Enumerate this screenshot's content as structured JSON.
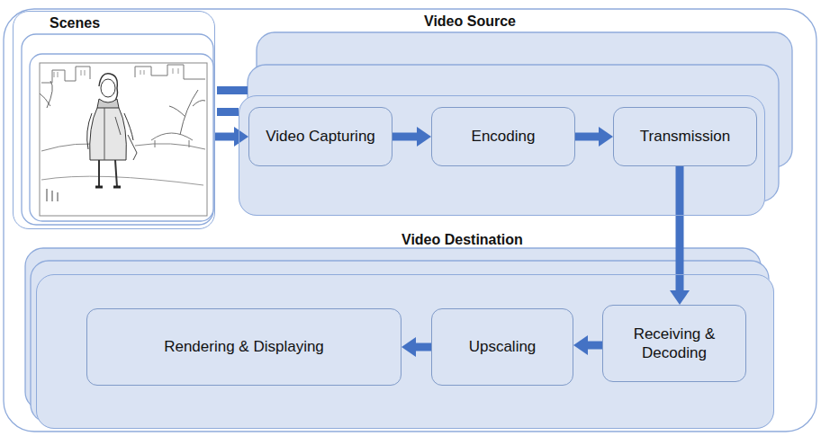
{
  "diagram": {
    "nodes": [
      {
        "text": [
          "Scenes"
        ]
      },
      {
        "text": [
          "Video Source"
        ]
      },
      {
        "text": [
          "Video Capturing"
        ],
        "in": 1
      },
      {
        "text": [
          "Encoding"
        ],
        "in": 1
      },
      {
        "text": [
          "Transmission"
        ],
        "in": 1
      },
      {
        "text": [
          "Video Destination"
        ]
      },
      {
        "text": [
          "Receiving & Decoding"
        ],
        "in": 5
      },
      {
        "text": [
          "Upscaling"
        ],
        "in": 5
      },
      {
        "text": [
          "Rendering & Displaying"
        ],
        "in": 5
      }
    ],
    "edges": [
      {
        "from": 0,
        "to": 2,
        "arrow": "to"
      },
      {
        "from": 2,
        "to": 3,
        "arrow": "to"
      },
      {
        "from": 3,
        "to": 4,
        "arrow": "to"
      },
      {
        "from": 4,
        "to": 6,
        "arrow": "to"
      },
      {
        "from": 6,
        "to": 7,
        "arrow": "to"
      },
      {
        "from": 7,
        "to": 8,
        "arrow": "to"
      }
    ]
  }
}
